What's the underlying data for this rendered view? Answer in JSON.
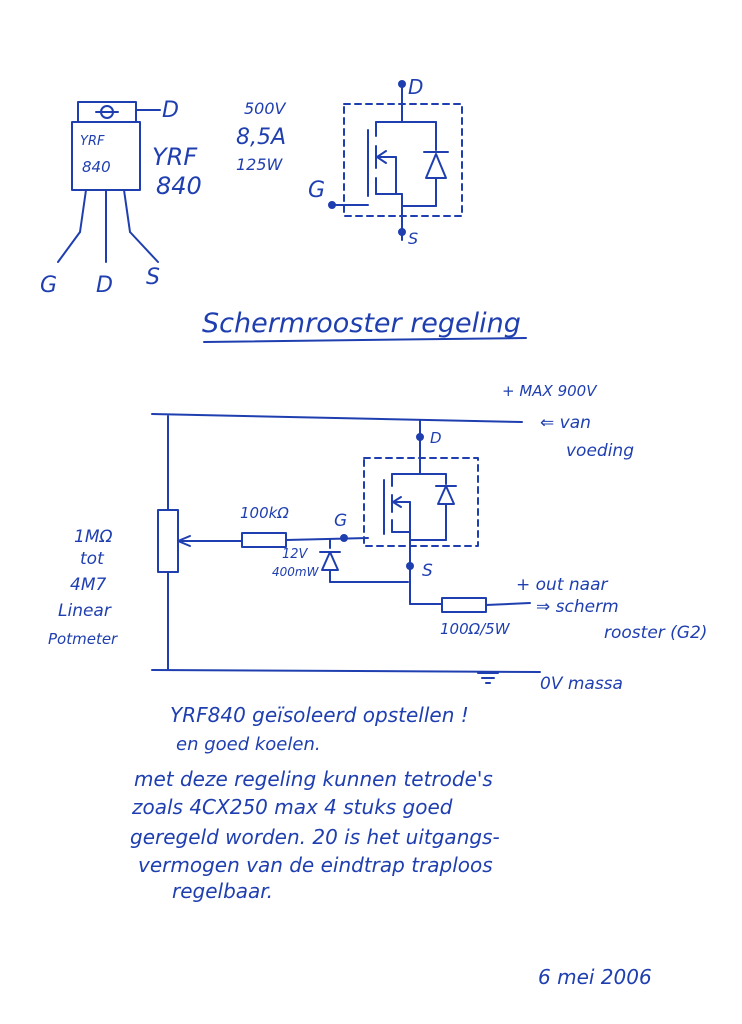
{
  "ink": "#1f3fb0",
  "paper": "#ffffff",
  "package": {
    "marking_line1": "YRF",
    "marking_line2": "840",
    "tab_pin": "D",
    "pin_g": "G",
    "pin_d": "D",
    "pin_s": "S"
  },
  "part": {
    "line1": "YRF",
    "line2": "840"
  },
  "ratings": {
    "voltage": "500V",
    "current": "8,5A",
    "power": "125W"
  },
  "symbol_top": {
    "drain": "D",
    "gate": "G",
    "source": "S"
  },
  "title": "Schermrooster regeling",
  "circuit": {
    "supply": "+ MAX 900V",
    "from_line1": "⇐ van",
    "from_line2": "voeding",
    "drain": "D",
    "gate": "G",
    "source": "S",
    "gate_resistor": "100kΩ",
    "zener_voltage": "12V",
    "zener_power": "400mW",
    "pot_line1": "1MΩ",
    "pot_line2": "tot",
    "pot_line3": "4M7",
    "pot_line4": "Linear",
    "pot_line5": "Potmeter",
    "out_label": "+ out naar",
    "out_target_line1": "⇒ scherm",
    "out_target_line2": "rooster (G2)",
    "series_resistor": "100Ω/5W",
    "ground": "0V massa"
  },
  "notes": {
    "line1": "YRF840 geïsoleerd opstellen !",
    "line2": "en goed koelen.",
    "para1": "met deze regeling kunnen tetrode's",
    "para2": "zoals 4CX250 max 4 stuks goed",
    "para3": "geregeld worden. 20 is het uitgangs-",
    "para4": "vermogen van de eindtrap traploos",
    "para5": "regelbaar."
  },
  "date": "6 mei 2006"
}
